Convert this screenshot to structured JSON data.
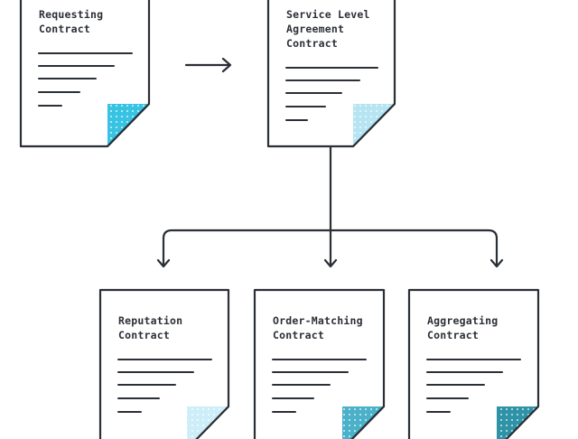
{
  "diagram": {
    "documents": {
      "requesting": {
        "title": "Requesting\nContract",
        "fold_color": "#38c3e3"
      },
      "sla": {
        "title": "Service Level\nAgreement\nContract",
        "fold_color": "#b6e4f2"
      },
      "reputation": {
        "title": "Reputation\nContract",
        "fold_color": "#cdeef9"
      },
      "order_matching": {
        "title": "Order-Matching\nContract",
        "fold_color": "#4ab1c9"
      },
      "aggregating": {
        "title": "Aggregating\nContract",
        "fold_color": "#2e93a6"
      }
    },
    "stroke_color": "#2b2f36"
  }
}
